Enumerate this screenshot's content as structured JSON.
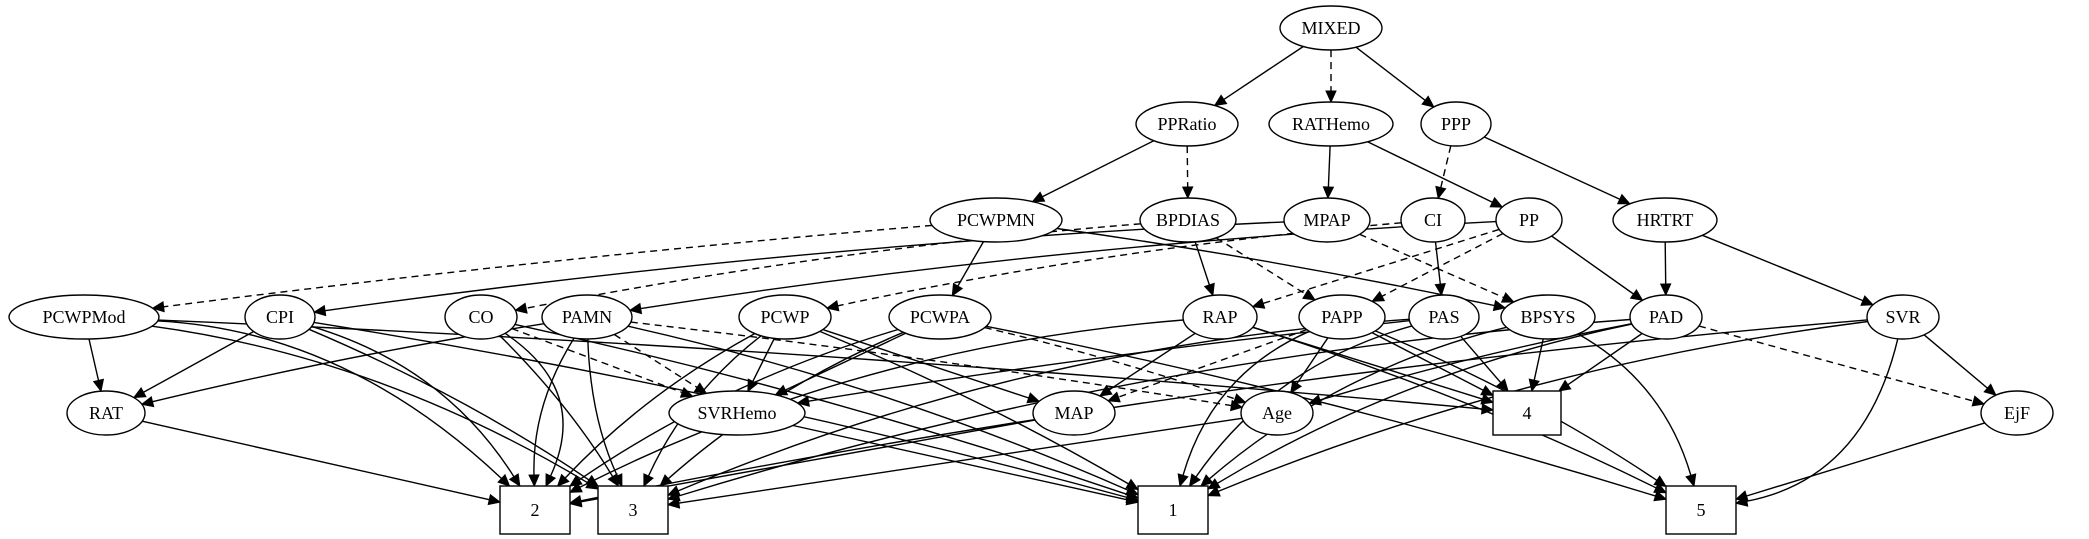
{
  "nodes": [
    {
      "id": "MIXED",
      "label": "MIXED",
      "shape": "ellipse"
    },
    {
      "id": "PPRatio",
      "label": "PPRatio",
      "shape": "ellipse"
    },
    {
      "id": "RATHemo",
      "label": "RATHemo",
      "shape": "ellipse"
    },
    {
      "id": "PPP",
      "label": "PPP",
      "shape": "ellipse"
    },
    {
      "id": "PCWPMN",
      "label": "PCWPMN",
      "shape": "ellipse"
    },
    {
      "id": "BPDIAS",
      "label": "BPDIAS",
      "shape": "ellipse"
    },
    {
      "id": "MPAP",
      "label": "MPAP",
      "shape": "ellipse"
    },
    {
      "id": "CI",
      "label": "CI",
      "shape": "ellipse"
    },
    {
      "id": "PP",
      "label": "PP",
      "shape": "ellipse"
    },
    {
      "id": "HRTRT",
      "label": "HRTRT",
      "shape": "ellipse"
    },
    {
      "id": "PCWPMod",
      "label": "PCWPMod",
      "shape": "ellipse"
    },
    {
      "id": "CPI",
      "label": "CPI",
      "shape": "ellipse"
    },
    {
      "id": "CO",
      "label": "CO",
      "shape": "ellipse"
    },
    {
      "id": "PAMN",
      "label": "PAMN",
      "shape": "ellipse"
    },
    {
      "id": "PCWP",
      "label": "PCWP",
      "shape": "ellipse"
    },
    {
      "id": "PCWPA",
      "label": "PCWPA",
      "shape": "ellipse"
    },
    {
      "id": "RAP",
      "label": "RAP",
      "shape": "ellipse"
    },
    {
      "id": "PAPP",
      "label": "PAPP",
      "shape": "ellipse"
    },
    {
      "id": "PAS",
      "label": "PAS",
      "shape": "ellipse"
    },
    {
      "id": "BPSYS",
      "label": "BPSYS",
      "shape": "ellipse"
    },
    {
      "id": "PAD",
      "label": "PAD",
      "shape": "ellipse"
    },
    {
      "id": "SVR",
      "label": "SVR",
      "shape": "ellipse"
    },
    {
      "id": "RAT",
      "label": "RAT",
      "shape": "ellipse"
    },
    {
      "id": "SVRHemo",
      "label": "SVRHemo",
      "shape": "ellipse"
    },
    {
      "id": "MAP",
      "label": "MAP",
      "shape": "ellipse"
    },
    {
      "id": "Age",
      "label": "Age",
      "shape": "ellipse"
    },
    {
      "id": "n4",
      "label": "4",
      "shape": "box"
    },
    {
      "id": "EjF",
      "label": "EjF",
      "shape": "ellipse"
    },
    {
      "id": "n2",
      "label": "2",
      "shape": "box"
    },
    {
      "id": "n3",
      "label": "3",
      "shape": "box"
    },
    {
      "id": "n1",
      "label": "1",
      "shape": "box"
    },
    {
      "id": "n5",
      "label": "5",
      "shape": "box"
    }
  ],
  "edges": [
    {
      "from": "MIXED",
      "to": "PPRatio",
      "style": "solid"
    },
    {
      "from": "MIXED",
      "to": "RATHemo",
      "style": "dashed"
    },
    {
      "from": "MIXED",
      "to": "PPP",
      "style": "solid"
    },
    {
      "from": "PPRatio",
      "to": "PCWPMN",
      "style": "solid"
    },
    {
      "from": "PPRatio",
      "to": "BPDIAS",
      "style": "dashed"
    },
    {
      "from": "RATHemo",
      "to": "MPAP",
      "style": "solid"
    },
    {
      "from": "RATHemo",
      "to": "PP",
      "style": "solid"
    },
    {
      "from": "PPP",
      "to": "CI",
      "style": "dashed"
    },
    {
      "from": "PPP",
      "to": "HRTRT",
      "style": "solid"
    },
    {
      "from": "PCWPMN",
      "to": "PCWPMod",
      "style": "dashed"
    },
    {
      "from": "PCWPMN",
      "to": "PCWPA",
      "style": "solid"
    },
    {
      "from": "PCWPMN",
      "to": "BPSYS",
      "style": "solid"
    },
    {
      "from": "BPDIAS",
      "to": "CO",
      "style": "dashed"
    },
    {
      "from": "BPDIAS",
      "to": "RAP",
      "style": "solid"
    },
    {
      "from": "BPDIAS",
      "to": "PAPP",
      "style": "dashed"
    },
    {
      "from": "MPAP",
      "to": "CPI",
      "style": "solid"
    },
    {
      "from": "MPAP",
      "to": "BPSYS",
      "style": "dashed"
    },
    {
      "from": "CI",
      "to": "PCWP",
      "style": "dashed"
    },
    {
      "from": "CI",
      "to": "PAS",
      "style": "solid"
    },
    {
      "from": "PP",
      "to": "PAMN",
      "style": "solid"
    },
    {
      "from": "PP",
      "to": "RAP",
      "style": "dashed"
    },
    {
      "from": "PP",
      "to": "PAPP",
      "style": "dashed"
    },
    {
      "from": "PP",
      "to": "PAD",
      "style": "solid"
    },
    {
      "from": "HRTRT",
      "to": "PAD",
      "style": "solid"
    },
    {
      "from": "HRTRT",
      "to": "SVR",
      "style": "solid"
    },
    {
      "from": "PCWPMod",
      "to": "RAT",
      "style": "solid"
    },
    {
      "from": "PCWPMod",
      "to": "n2",
      "style": "solid"
    },
    {
      "from": "PCWPMod",
      "to": "n3",
      "style": "solid"
    },
    {
      "from": "PCWPMod",
      "to": "n4",
      "style": "solid"
    },
    {
      "from": "CPI",
      "to": "RAT",
      "style": "solid"
    },
    {
      "from": "CPI",
      "to": "n2",
      "style": "solid"
    },
    {
      "from": "CPI",
      "to": "n3",
      "style": "solid"
    },
    {
      "from": "CPI",
      "to": "n1",
      "style": "solid"
    },
    {
      "from": "CO",
      "to": "SVRHemo",
      "style": "dashed"
    },
    {
      "from": "CO",
      "to": "n2",
      "style": "solid"
    },
    {
      "from": "CO",
      "to": "n3",
      "style": "solid"
    },
    {
      "from": "CO",
      "to": "n1",
      "style": "solid"
    },
    {
      "from": "PAMN",
      "to": "RAT",
      "style": "solid"
    },
    {
      "from": "PAMN",
      "to": "SVRHemo",
      "style": "dashed"
    },
    {
      "from": "PAMN",
      "to": "Age",
      "style": "dashed"
    },
    {
      "from": "PAMN",
      "to": "n2",
      "style": "solid"
    },
    {
      "from": "PAMN",
      "to": "n3",
      "style": "solid"
    },
    {
      "from": "PAMN",
      "to": "n1",
      "style": "solid"
    },
    {
      "from": "PCWP",
      "to": "SVRHemo",
      "style": "solid"
    },
    {
      "from": "PCWP",
      "to": "MAP",
      "style": "solid"
    },
    {
      "from": "PCWP",
      "to": "n2",
      "style": "solid"
    },
    {
      "from": "PCWP",
      "to": "n3",
      "style": "solid"
    },
    {
      "from": "PCWP",
      "to": "n1",
      "style": "solid"
    },
    {
      "from": "PCWPA",
      "to": "SVRHemo",
      "style": "solid"
    },
    {
      "from": "PCWPA",
      "to": "Age",
      "style": "dashed"
    },
    {
      "from": "PCWPA",
      "to": "n2",
      "style": "solid"
    },
    {
      "from": "PCWPA",
      "to": "n3",
      "style": "solid"
    },
    {
      "from": "PCWPA",
      "to": "n5",
      "style": "solid"
    },
    {
      "from": "RAP",
      "to": "MAP",
      "style": "solid"
    },
    {
      "from": "RAP",
      "to": "n4",
      "style": "solid"
    },
    {
      "from": "RAP",
      "to": "n2",
      "style": "solid"
    },
    {
      "from": "RAP",
      "to": "n5",
      "style": "solid"
    },
    {
      "from": "PAPP",
      "to": "Age",
      "style": "solid"
    },
    {
      "from": "PAPP",
      "to": "MAP",
      "style": "dashed"
    },
    {
      "from": "PAPP",
      "to": "n4",
      "style": "solid"
    },
    {
      "from": "PAPP",
      "to": "n1",
      "style": "solid"
    },
    {
      "from": "PAPP",
      "to": "n5",
      "style": "solid"
    },
    {
      "from": "PAS",
      "to": "SVRHemo",
      "style": "solid"
    },
    {
      "from": "PAS",
      "to": "n4",
      "style": "solid"
    },
    {
      "from": "PAS",
      "to": "n3",
      "style": "solid"
    },
    {
      "from": "PAS",
      "to": "n1",
      "style": "solid"
    },
    {
      "from": "BPSYS",
      "to": "n4",
      "style": "solid"
    },
    {
      "from": "BPSYS",
      "to": "n1",
      "style": "solid"
    },
    {
      "from": "BPSYS",
      "to": "n5",
      "style": "solid"
    },
    {
      "from": "PAD",
      "to": "Age",
      "style": "solid"
    },
    {
      "from": "PAD",
      "to": "n4",
      "style": "solid"
    },
    {
      "from": "PAD",
      "to": "EjF",
      "style": "dashed"
    },
    {
      "from": "PAD",
      "to": "n3",
      "style": "solid"
    },
    {
      "from": "PAD",
      "to": "n1",
      "style": "solid"
    },
    {
      "from": "SVR",
      "to": "EjF",
      "style": "solid"
    },
    {
      "from": "SVR",
      "to": "n2",
      "style": "solid"
    },
    {
      "from": "SVR",
      "to": "n1",
      "style": "solid"
    },
    {
      "from": "SVR",
      "to": "n5",
      "style": "solid"
    },
    {
      "from": "RAT",
      "to": "n2",
      "style": "solid"
    },
    {
      "from": "SVRHemo",
      "to": "n1",
      "style": "solid"
    },
    {
      "from": "MAP",
      "to": "n2",
      "style": "solid"
    },
    {
      "from": "Age",
      "to": "n3",
      "style": "solid"
    },
    {
      "from": "EjF",
      "to": "n5",
      "style": "solid"
    }
  ]
}
